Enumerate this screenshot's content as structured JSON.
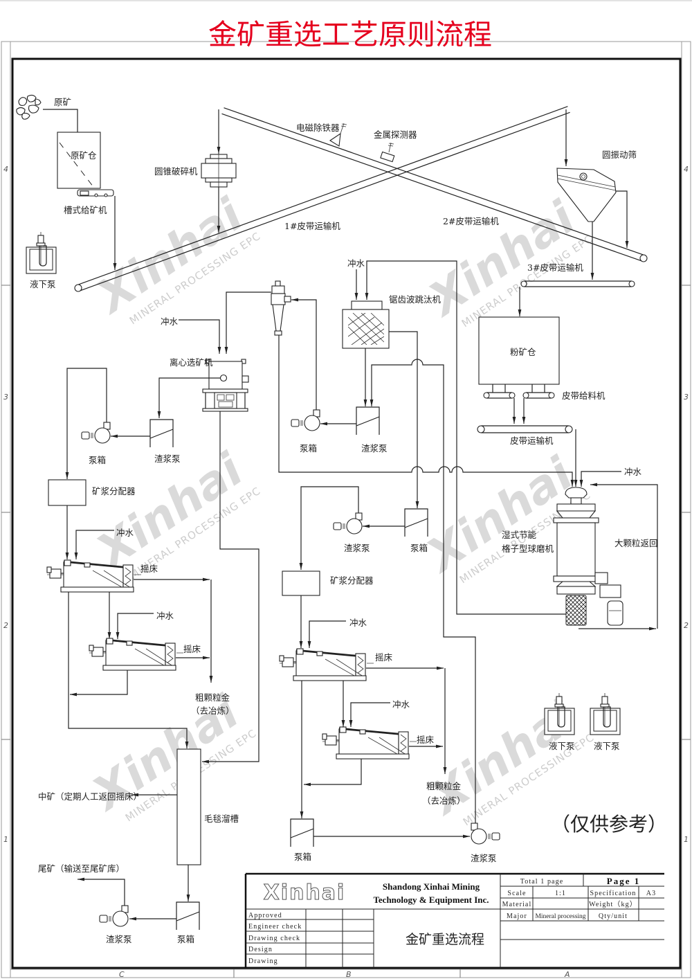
{
  "title": "金矿重选工艺原则流程",
  "colors": {
    "title": "#e5001e",
    "line": "#222222",
    "watermark": "#bcbcbc"
  },
  "frame": {
    "row_labels": [
      "4",
      "3",
      "2",
      "1"
    ],
    "column_labels": [
      "C",
      "B",
      "A"
    ]
  },
  "crushing": {
    "raw_ore": "原矿",
    "raw_ore_bin": "原矿仓",
    "trough_feeder": "槽式给矿机",
    "submerged_pump": "液下泵",
    "cone_crusher": "圆锥破碎机",
    "iron_remover": "电磁除铁器",
    "metal_detector": "金属探测器",
    "conveyor_1": "1#皮带运输机",
    "conveyor_2": "2#皮带运输机",
    "vibrating_screen": "圆振动筛",
    "conveyor_3": "3#皮带运输机"
  },
  "grinding": {
    "fine_ore_bin": "粉矿仓",
    "belt_feeder": "皮带给料机",
    "belt_conveyor": "皮带运输机",
    "flush_water": "冲水",
    "ball_mill": [
      "湿式节能",
      "格子型球磨机"
    ],
    "coarse_return": "大颗粒返回"
  },
  "centrifuge_circuit": {
    "flush_water": "冲水",
    "centrifuge": "离心选矿机",
    "slurry_pump_box": "渣浆泵",
    "pump_tank": "泵箱",
    "pulp_distributor": "矿浆分配器",
    "table_1": {
      "flush_water": "冲水",
      "label": "摇床"
    },
    "table_2": {
      "flush_water": "冲水",
      "label": "摇床"
    },
    "coarse_gold": [
      "粗颗粒金",
      "（去冶炼）"
    ]
  },
  "jig_circuit": {
    "flush_water": "冲水",
    "jig": "锯齿波跳汰机",
    "cyclone_pump": "泵箱",
    "jig_slurry_box": "渣浆泵",
    "slurry_pump": "渣浆泵",
    "pump_tank": "泵箱",
    "pulp_distributor": "矿浆分配器",
    "table_3": {
      "flush_water": "冲水",
      "label": "摇床"
    },
    "table_4": {
      "flush_water": "冲水",
      "label": "摇床"
    },
    "coarse_gold": [
      "粗颗粒金",
      "（去冶炼）"
    ],
    "pump_tank_2": "泵箱",
    "slurry_pump_2": "渣浆泵"
  },
  "sluice": {
    "middlings": "中矿（定期人工返回摇床）",
    "blanket_sluice": "毛毯溜槽",
    "tailings": "尾矿（输送至尾矿库）",
    "slurry_pump": "渣浆泵",
    "pump_tank": "泵箱"
  },
  "spare_pumps": [
    "液下泵",
    "液下泵"
  ],
  "note": "（仅供参考）",
  "watermark": {
    "brand": "Xinhai",
    "tagline": "MINERAL PROCESSING EPC"
  },
  "title_block": {
    "logo": "Xinhai",
    "company_line1": "Shandong Xinhai Mining",
    "company_line2": "Technology & Equipment Inc.",
    "drawing_title": "金矿重选流程",
    "signoff_rows": [
      "Approved",
      "Engineer check",
      "Drawing check",
      "Design",
      "Drawing"
    ],
    "total_pages": "Total 1 page",
    "page": "Page 1",
    "scale_label": "Scale",
    "scale_value": "1:1",
    "spec_label": "Specification",
    "spec_value": "A3",
    "material_label": "Material",
    "material_value": "",
    "weight_label": "Weight（kg）",
    "weight_value": "",
    "major_label": "Major",
    "major_value": "Mineral processing",
    "qty_label": "Qty/unit",
    "qty_value": ""
  }
}
